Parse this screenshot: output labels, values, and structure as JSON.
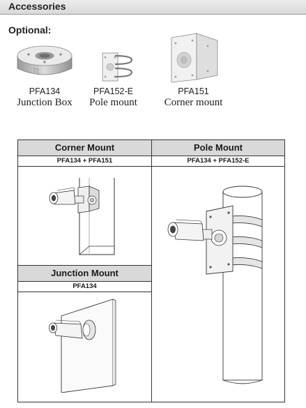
{
  "section": {
    "title": "Accessories"
  },
  "optional_label": "Optional:",
  "products": [
    {
      "model": "PFA134",
      "description": "Junction Box",
      "icon": "junction-box-icon"
    },
    {
      "model": "PFA152-E",
      "description": "Pole mount",
      "icon": "pole-mount-bracket-icon"
    },
    {
      "model": "PFA151",
      "description": "Corner mount",
      "icon": "corner-mount-bracket-icon"
    }
  ],
  "table": {
    "corner": {
      "title": "Corner Mount",
      "combo": "PFA134 + PFA151"
    },
    "pole": {
      "title": "Pole Mount",
      "combo": "PFA134 + PFA152-E"
    },
    "junction": {
      "title": "Junction Mount",
      "combo": "PFA134"
    }
  }
}
